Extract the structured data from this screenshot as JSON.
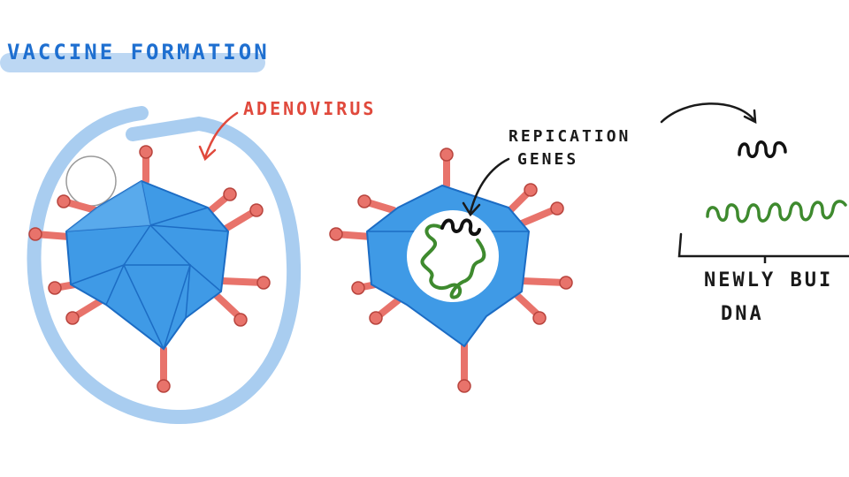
{
  "title": "VACCINE FORMATION",
  "labels": {
    "adenovirus": "ADENOVIRUS",
    "replication_genes_line1": "REPICATION",
    "replication_genes_line2": "GENES",
    "new_dna_line1": "NEWLY BUI",
    "new_dna_line2": "DNA"
  },
  "colors": {
    "title_text": "#1e6fd0",
    "title_highlight": "#bcd7f3",
    "capsid_fill": "#3f9ae6",
    "capsid_light": "#6fb8f0",
    "capsid_edge": "#1c6cc4",
    "halo": "#a9cdf0",
    "fiber": "#e8736b",
    "fiber_dark": "#b8443d",
    "label_red": "#e0493c",
    "dna_green": "#3e8a2e",
    "dna_black": "#111111",
    "ink": "#1a1a1a"
  }
}
